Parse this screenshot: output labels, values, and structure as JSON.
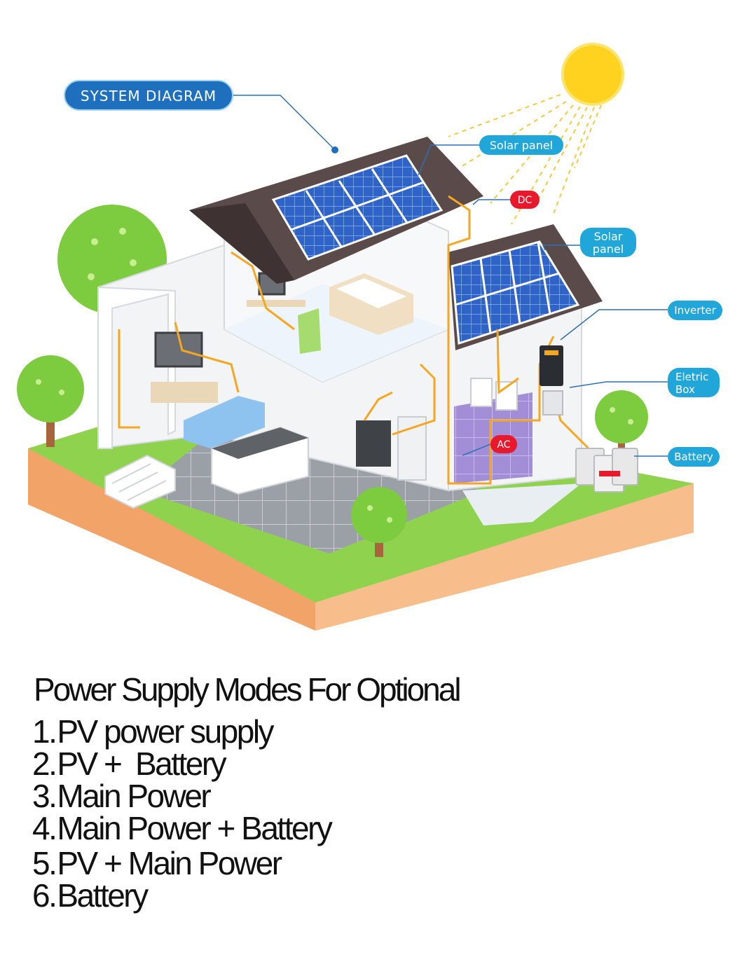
{
  "diagram": {
    "title": "SYSTEM DIAGRAM",
    "labels": {
      "solar_panel_top": "Solar panel",
      "dc": "DC",
      "solar_panel_side_line1": "Solar",
      "solar_panel_side_line2": "panel",
      "inverter": "Inverter",
      "eletric_box_line1": "Eletric",
      "eletric_box_line2": "Box",
      "battery": "Battery",
      "ac": "AC"
    },
    "colors": {
      "title_pill": "#1f6fbf",
      "label_pill": "#21a6d9",
      "wire": "#f5a623",
      "red_tag": "#e8192c",
      "grass": "#8fd24e",
      "soil": "#f6b27a",
      "panel": "#2f63c8",
      "roof": "#5b4a4a",
      "sun": "#ffd21f"
    }
  },
  "modes": {
    "title": "Power Supply Modes For Optional",
    "items": [
      {
        "num": "1.",
        "text": "PV power supply"
      },
      {
        "num": "2.",
        "text": "PV +  Battery"
      },
      {
        "num": "3.",
        "text": "Main Power"
      },
      {
        "num": "4.",
        "text": "Main Power + Battery"
      },
      {
        "num": "5.",
        "text": "PV + Main Power"
      },
      {
        "num": "6.",
        "text": "Battery"
      }
    ]
  }
}
